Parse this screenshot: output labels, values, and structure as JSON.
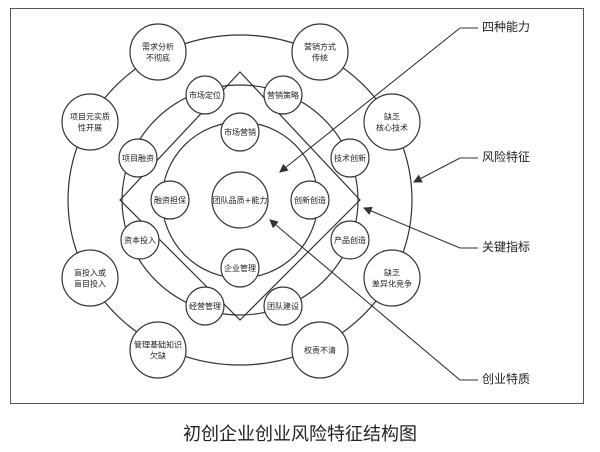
{
  "diagram": {
    "center_label": "团队品质+能力",
    "outer_ring_nodes": [
      {
        "label": "需求分析\n不彻底"
      },
      {
        "label": "营销方式\n传统"
      },
      {
        "label": "缺乏\n核心技术"
      },
      {
        "label": "缺乏\n差异化竞争"
      },
      {
        "label": "权责不清"
      },
      {
        "label": "管理基础知识\n欠缺"
      },
      {
        "label": "盲投入或\n盲目投入"
      },
      {
        "label": "项目元实质\n性开展"
      }
    ],
    "middle_ring_nodes": [
      {
        "label": "营销策略"
      },
      {
        "label": "技术创新"
      },
      {
        "label": "产品创造"
      },
      {
        "label": "团队建设"
      },
      {
        "label": "经营管理"
      },
      {
        "label": "资本投入"
      },
      {
        "label": "项目融资"
      },
      {
        "label": "市场定位"
      }
    ],
    "inner_ring_nodes": [
      {
        "label": "市场营销"
      },
      {
        "label": "创新创造"
      },
      {
        "label": "企业管理"
      },
      {
        "label": "融资担保"
      }
    ],
    "callouts": [
      {
        "label": "四种能力"
      },
      {
        "label": "风险特征"
      },
      {
        "label": "关键指标"
      },
      {
        "label": "创业特质"
      }
    ]
  },
  "caption": "初创企业创业风险特征结构图",
  "colors": {
    "stroke": "#333333",
    "text": "#222222",
    "background": "#ffffff"
  }
}
